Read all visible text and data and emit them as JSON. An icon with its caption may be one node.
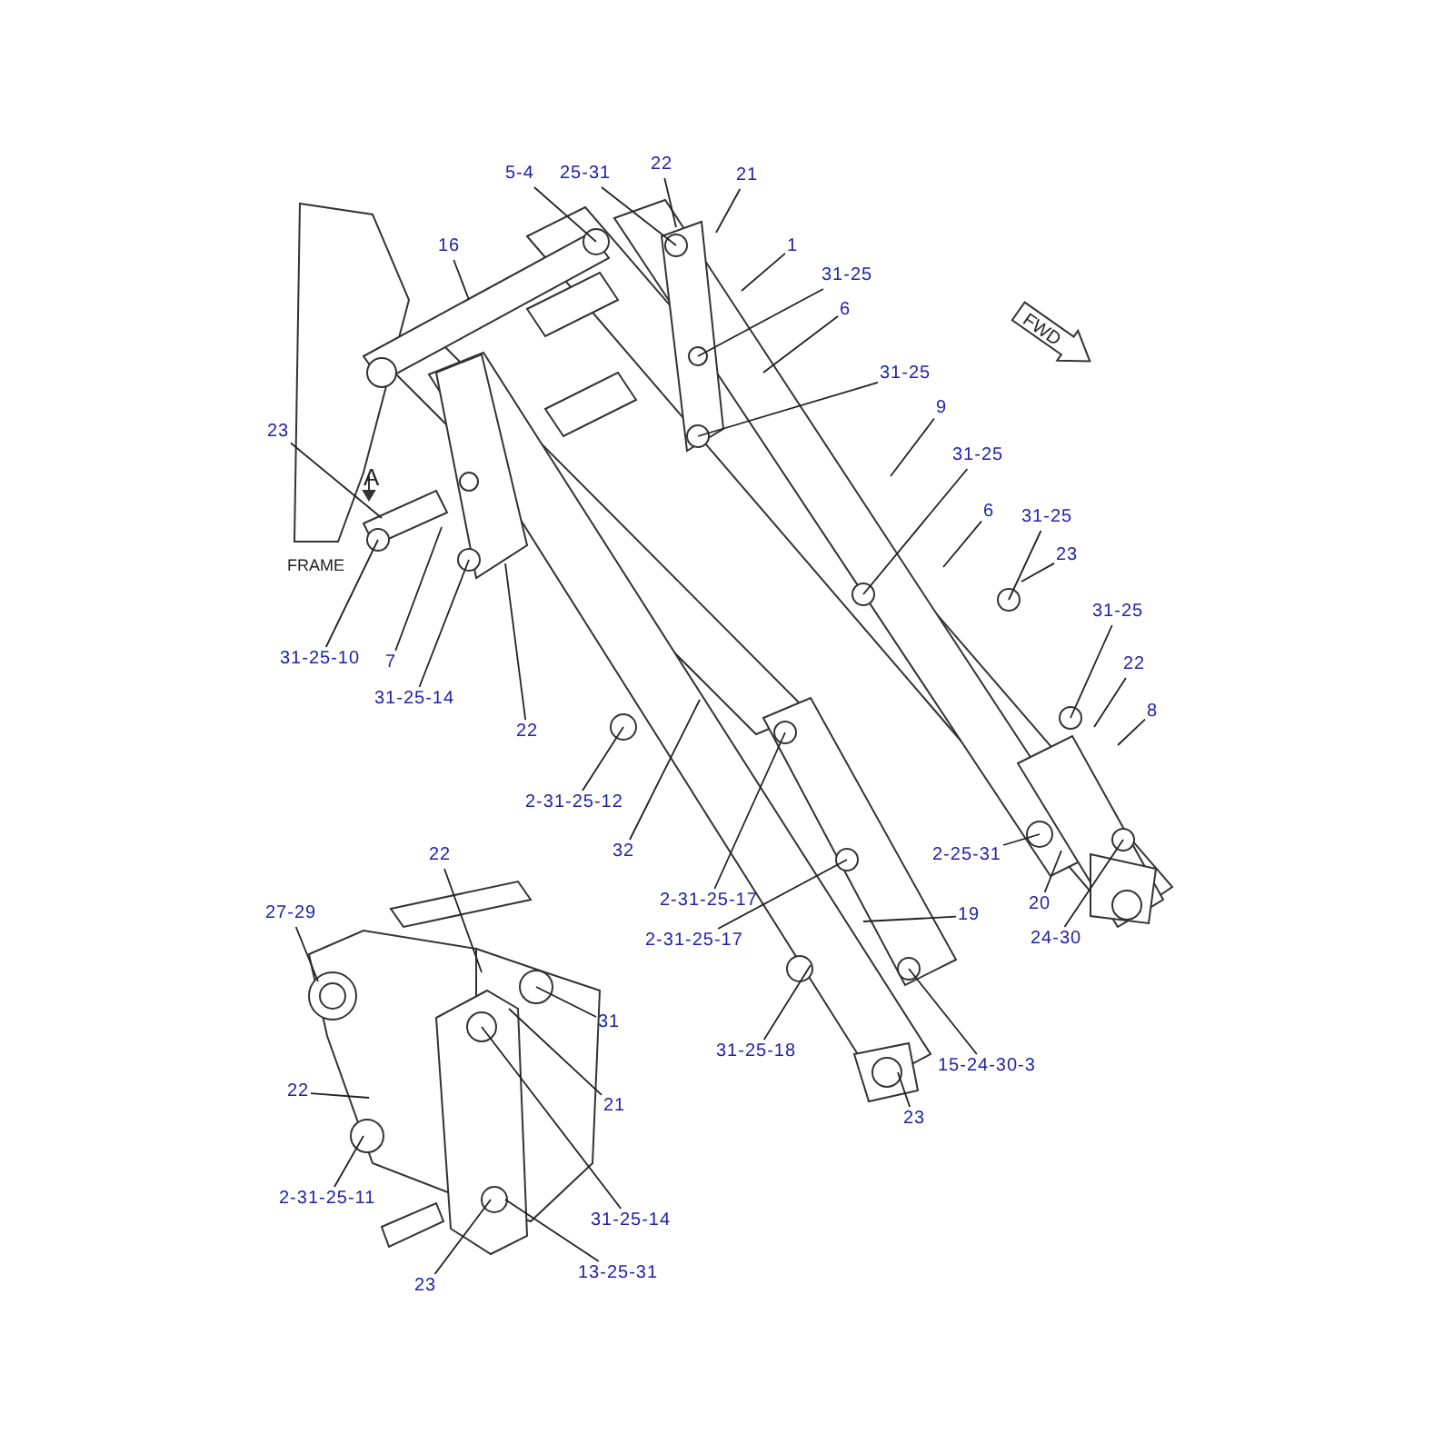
{
  "diagram": {
    "nodes": [
      {
        "text": [
          "5-4"
        ]
      },
      {
        "text": [
          "25-31"
        ]
      },
      {
        "text": [
          "22"
        ]
      },
      {
        "text": [
          "21"
        ]
      },
      {
        "text": [
          "1"
        ]
      },
      {
        "text": [
          "31-25"
        ]
      },
      {
        "text": [
          "6"
        ]
      },
      {
        "text": [
          "31-25"
        ]
      },
      {
        "text": [
          "9"
        ]
      },
      {
        "text": [
          "31-25"
        ]
      },
      {
        "text": [
          "6"
        ]
      },
      {
        "text": [
          "31-25"
        ]
      },
      {
        "text": [
          "23"
        ]
      },
      {
        "text": [
          "31-25"
        ]
      },
      {
        "text": [
          "22"
        ]
      },
      {
        "text": [
          "8"
        ]
      },
      {
        "text": [
          "16"
        ]
      },
      {
        "text": [
          "23"
        ]
      },
      {
        "text": [
          "31-25-10"
        ]
      },
      {
        "text": [
          "7"
        ]
      },
      {
        "text": [
          "31-25-14"
        ]
      },
      {
        "text": [
          "22"
        ]
      },
      {
        "text": [
          "2-31-25-12"
        ]
      },
      {
        "text": [
          "32"
        ]
      },
      {
        "text": [
          "2-31-25-17"
        ]
      },
      {
        "text": [
          "2-31-25-17"
        ]
      },
      {
        "text": [
          "19"
        ]
      },
      {
        "text": [
          "2-25-31"
        ]
      },
      {
        "text": [
          "20"
        ]
      },
      {
        "text": [
          "24-30"
        ]
      },
      {
        "text": [
          "31-25-18"
        ]
      },
      {
        "text": [
          "15-24-30-3"
        ]
      },
      {
        "text": [
          "23"
        ]
      },
      {
        "text": [
          "22"
        ]
      },
      {
        "text": [
          "27-29"
        ]
      },
      {
        "text": [
          "31"
        ]
      },
      {
        "text": [
          "21"
        ]
      },
      {
        "text": [
          "22"
        ]
      },
      {
        "text": [
          "2-31-25-11"
        ]
      },
      {
        "text": [
          "31-25-14"
        ]
      },
      {
        "text": [
          "23"
        ]
      },
      {
        "text": [
          "13-25-31"
        ]
      },
      {
        "text": [
          "FWD"
        ]
      }
    ],
    "edges": [
      {
        "from": 0,
        "to": null,
        "arrow": "none"
      },
      {
        "from": 1,
        "to": null,
        "arrow": "none"
      },
      {
        "from": 2,
        "to": null,
        "arrow": "none"
      },
      {
        "from": 3,
        "to": null,
        "arrow": "none"
      },
      {
        "from": 4,
        "to": null,
        "arrow": "none"
      },
      {
        "from": 5,
        "to": null,
        "arrow": "none"
      },
      {
        "from": 6,
        "to": null,
        "arrow": "none"
      },
      {
        "from": 7,
        "to": null,
        "arrow": "none"
      },
      {
        "from": 8,
        "to": null,
        "arrow": "none"
      },
      {
        "from": 9,
        "to": null,
        "arrow": "none"
      },
      {
        "from": 10,
        "to": null,
        "arrow": "none"
      },
      {
        "from": 11,
        "to": null,
        "arrow": "none"
      },
      {
        "from": 12,
        "to": null,
        "arrow": "none"
      },
      {
        "from": 13,
        "to": null,
        "arrow": "none"
      },
      {
        "from": 14,
        "to": null,
        "arrow": "none"
      },
      {
        "from": 15,
        "to": null,
        "arrow": "none"
      },
      {
        "from": 16,
        "to": null,
        "arrow": "none"
      },
      {
        "from": 17,
        "to": null,
        "arrow": "none"
      },
      {
        "from": 18,
        "to": null,
        "arrow": "none"
      },
      {
        "from": 19,
        "to": null,
        "arrow": "none"
      },
      {
        "from": 20,
        "to": null,
        "arrow": "none"
      },
      {
        "from": 21,
        "to": null,
        "arrow": "none"
      },
      {
        "from": 22,
        "to": null,
        "arrow": "none"
      },
      {
        "from": 23,
        "to": null,
        "arrow": "none"
      },
      {
        "from": 24,
        "to": null,
        "arrow": "none"
      },
      {
        "from": 25,
        "to": null,
        "arrow": "none"
      },
      {
        "from": 26,
        "to": null,
        "arrow": "none"
      },
      {
        "from": 27,
        "to": null,
        "arrow": "none"
      },
      {
        "from": 28,
        "to": null,
        "arrow": "none"
      },
      {
        "from": 29,
        "to": null,
        "arrow": "none"
      },
      {
        "from": 30,
        "to": null,
        "arrow": "none"
      },
      {
        "from": 31,
        "to": null,
        "arrow": "none"
      },
      {
        "from": 32,
        "to": null,
        "arrow": "none"
      },
      {
        "from": 33,
        "to": null,
        "arrow": "none"
      },
      {
        "from": 34,
        "to": null,
        "arrow": "none"
      },
      {
        "from": 35,
        "to": null,
        "arrow": "none"
      },
      {
        "from": 36,
        "to": null,
        "arrow": "none"
      },
      {
        "from": 37,
        "to": null,
        "arrow": "none"
      },
      {
        "from": 38,
        "to": null,
        "arrow": "none"
      },
      {
        "from": 39,
        "to": null,
        "arrow": "none"
      },
      {
        "from": 40,
        "to": null,
        "arrow": "none"
      },
      {
        "from": 41,
        "to": null,
        "arrow": "none"
      }
    ],
    "labels": [
      "A",
      "FRAME"
    ]
  }
}
